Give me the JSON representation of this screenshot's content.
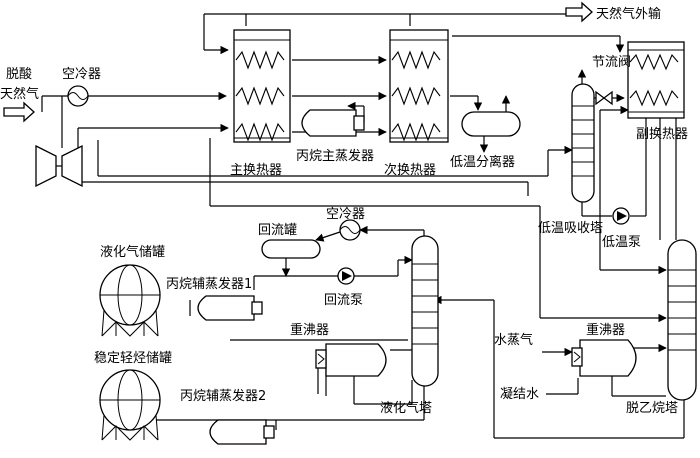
{
  "labels": {
    "feed_line1": "脱酸",
    "feed_line2": "天然气",
    "air_cooler_1": "空冷器",
    "gas_export": "天然气外输",
    "main_hx": "主换热器",
    "propane_main_evap": "丙烷主蒸发器",
    "secondary_hx": "次换热器",
    "low_temp_separator": "低温分离器",
    "throttle_valve": "节流阀",
    "sub_hx": "副换热器",
    "low_temp_absorber": "低温吸收塔",
    "low_temp_pump": "低温泵",
    "reflux_tank": "回流罐",
    "air_cooler_2": "空冷器",
    "reflux_pump": "回流泵",
    "lpg_tank": "液化气储罐",
    "propane_aux_evap1": "丙烷辅蒸发器1",
    "reboiler_1": "重沸器",
    "stable_light_hc_tank": "稳定轻烃储罐",
    "propane_aux_evap2": "丙烷辅蒸发器2",
    "lpg_tower": "液化气塔",
    "steam": "水蒸气",
    "reboiler_2": "重沸器",
    "condensate": "凝结水",
    "deethanizer": "脱乙烷塔"
  }
}
